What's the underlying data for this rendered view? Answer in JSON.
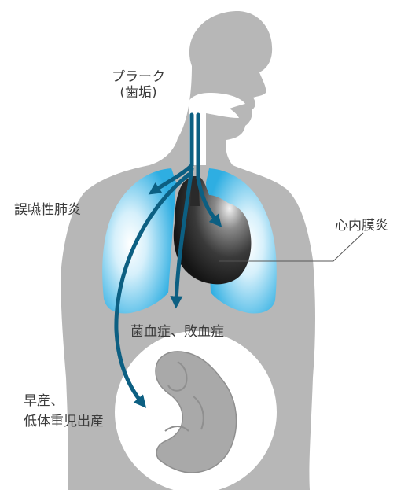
{
  "labels": {
    "plaque_line1": "プラーク",
    "plaque_line2": "(歯垢)",
    "aspiration_pneumonia": "誤嚥性肺炎",
    "endocarditis": "心内膜炎",
    "bacteremia_sepsis": "菌血症、敗血症",
    "premature_birth_line1": "早産、",
    "premature_birth_line2": "低体重児出産"
  },
  "colors": {
    "body": "#b7b7b7",
    "lung_center": "#ffffff",
    "lung_edge": "#33b4e4",
    "heart_highlight": "#f2f2f2",
    "heart_dark": "#1c1c1c",
    "arrow": "#0c5f82",
    "womb": "#ffffff",
    "fetus": "#a9a9a9",
    "text": "#3c3c3c"
  }
}
